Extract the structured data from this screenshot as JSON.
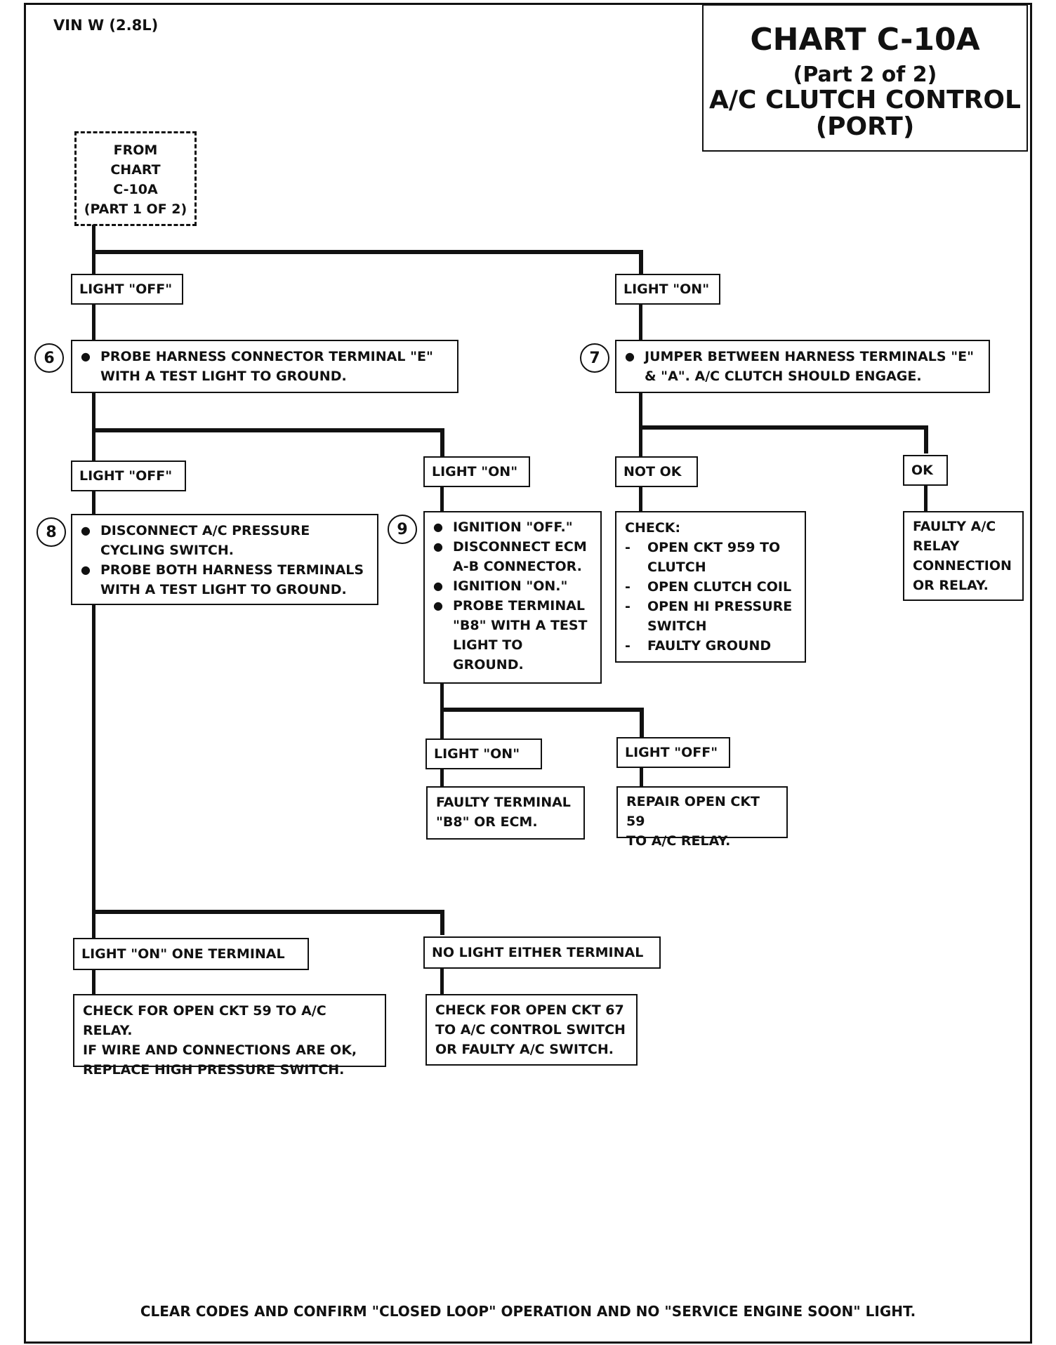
{
  "header": {
    "vin": "VIN W (2.8L)",
    "chart_title": "CHART C-10A",
    "chart_part": "(Part  2 of 2)",
    "chart_subject": "A/C CLUTCH CONTROL",
    "chart_variant": "(PORT)"
  },
  "from_box": {
    "line1": "FROM",
    "line2": "CHART",
    "line3": "C-10A",
    "line4": "(PART  1 OF 2)"
  },
  "labels": {
    "top_off": "LIGHT \"OFF\"",
    "top_on": "LIGHT \"ON\"",
    "s6_off": "LIGHT \"OFF\"",
    "s6_on": "LIGHT \"ON\"",
    "s7_notok": "NOT OK",
    "s7_ok": "OK",
    "s9_on": "LIGHT \"ON\"",
    "s9_off": "LIGHT \"OFF\"",
    "s8_on_one": "LIGHT \"ON\" ONE TERMINAL",
    "s8_no_light": "NO LIGHT EITHER TERMINAL"
  },
  "steps": {
    "s6": {
      "number": "6",
      "line1": "PROBE HARNESS CONNECTOR TERMINAL \"E\"",
      "line2": "WITH A TEST LIGHT TO GROUND."
    },
    "s7": {
      "number": "7",
      "line1": "JUMPER BETWEEN HARNESS TERMINALS \"E\"",
      "line2": "& \"A\".  A/C CLUTCH SHOULD ENGAGE."
    },
    "s8": {
      "number": "8",
      "b1_line1": "DISCONNECT A/C PRESSURE",
      "b1_line2": "CYCLING SWITCH.",
      "b2_line1": "PROBE  BOTH HARNESS TERMINALS",
      "b2_line2": "WITH A TEST LIGHT TO GROUND."
    },
    "s9": {
      "number": "9",
      "b1": "IGNITION \"OFF.\"",
      "b2_line1": "DISCONNECT ECM",
      "b2_line2": "A-B CONNECTOR.",
      "b3": "IGNITION \"ON.\"",
      "b4_line1": "PROBE TERMINAL",
      "b4_line2": "\"B8\" WITH A TEST",
      "b4_line3": "LIGHT TO",
      "b4_line4": "GROUND."
    }
  },
  "results": {
    "check": {
      "heading": "CHECK:",
      "i1_line1": "OPEN CKT 959 TO",
      "i1_line2": "CLUTCH",
      "i2": "OPEN CLUTCH COIL",
      "i3_line1": "OPEN HI PRESSURE",
      "i3_line2": "SWITCH",
      "i4": "FAULTY GROUND",
      "dash": "-"
    },
    "faulty_relay": {
      "line1": "FAULTY A/C",
      "line2": "RELAY",
      "line3": "CONNECTION",
      "line4": "OR RELAY."
    },
    "faulty_b8": {
      "line1": "FAULTY TERMINAL",
      "line2": "\"B8\" OR ECM."
    },
    "repair_59": {
      "line1": "REPAIR OPEN CKT 59",
      "line2": "TO A/C RELAY."
    },
    "check_59": {
      "line1": "CHECK FOR OPEN CKT 59 TO A/C  RELAY.",
      "line2": "IF WIRE AND CONNECTIONS ARE OK,",
      "line3": "REPLACE HIGH PRESSURE SWITCH."
    },
    "check_67": {
      "line1": "CHECK FOR OPEN CKT 67",
      "line2": "TO A/C CONTROL SWITCH",
      "line3": "OR FAULTY A/C SWITCH."
    }
  },
  "footer": "CLEAR CODES AND CONFIRM \"CLOSED LOOP\" OPERATION AND NO \"SERVICE ENGINE SOON\" LIGHT.",
  "bullet_symbol": "●"
}
